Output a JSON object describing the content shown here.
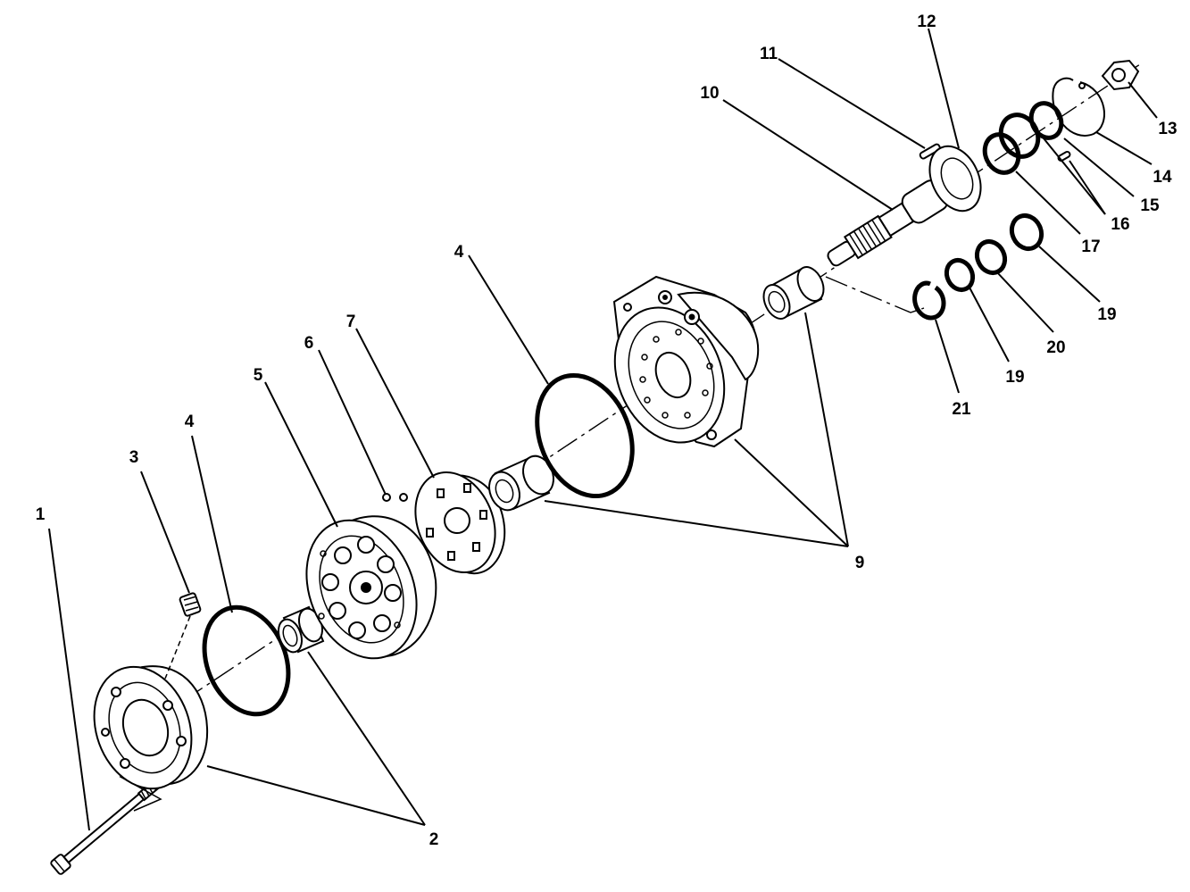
{
  "callouts": [
    {
      "id": "c1",
      "text": "1"
    },
    {
      "id": "c2",
      "text": "2"
    },
    {
      "id": "c3",
      "text": "3"
    },
    {
      "id": "c4a",
      "text": "4"
    },
    {
      "id": "c4b",
      "text": "4"
    },
    {
      "id": "c5",
      "text": "5"
    },
    {
      "id": "c6",
      "text": "6"
    },
    {
      "id": "c7",
      "text": "7"
    },
    {
      "id": "c9",
      "text": "9"
    },
    {
      "id": "c10",
      "text": "10"
    },
    {
      "id": "c11",
      "text": "11"
    },
    {
      "id": "c12",
      "text": "12"
    },
    {
      "id": "c13",
      "text": "13"
    },
    {
      "id": "c14",
      "text": "14"
    },
    {
      "id": "c15",
      "text": "15"
    },
    {
      "id": "c16",
      "text": "16"
    },
    {
      "id": "c17",
      "text": "17"
    },
    {
      "id": "c19a",
      "text": "19"
    },
    {
      "id": "c19b",
      "text": "19"
    },
    {
      "id": "c20",
      "text": "20"
    },
    {
      "id": "c21",
      "text": "21"
    }
  ],
  "colors": {
    "ink": "#000000",
    "paper": "#ffffff"
  }
}
